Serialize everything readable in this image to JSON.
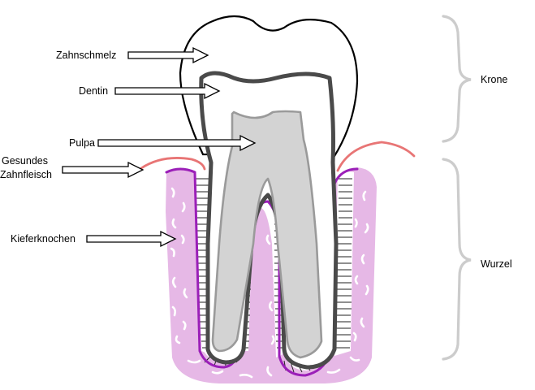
{
  "labels": {
    "enamel": "Zahnschmelz",
    "dentin": "Dentin",
    "pulp": "Pulpa",
    "gum_line1": "Gesundes",
    "gum_line2": "Zahnfleisch",
    "bone": "Kieferknochen",
    "crown": "Krone",
    "root": "Wurzel"
  },
  "colors": {
    "bone_fill": "#e6b8e6",
    "bone_outline": "#9b1fb8",
    "gum": "#e87575",
    "tooth_outline": "#4a4a4a",
    "pulp_fill": "#d3d3d3",
    "pulp_outline": "#9a9a9a",
    "bracket": "#cccccc"
  }
}
